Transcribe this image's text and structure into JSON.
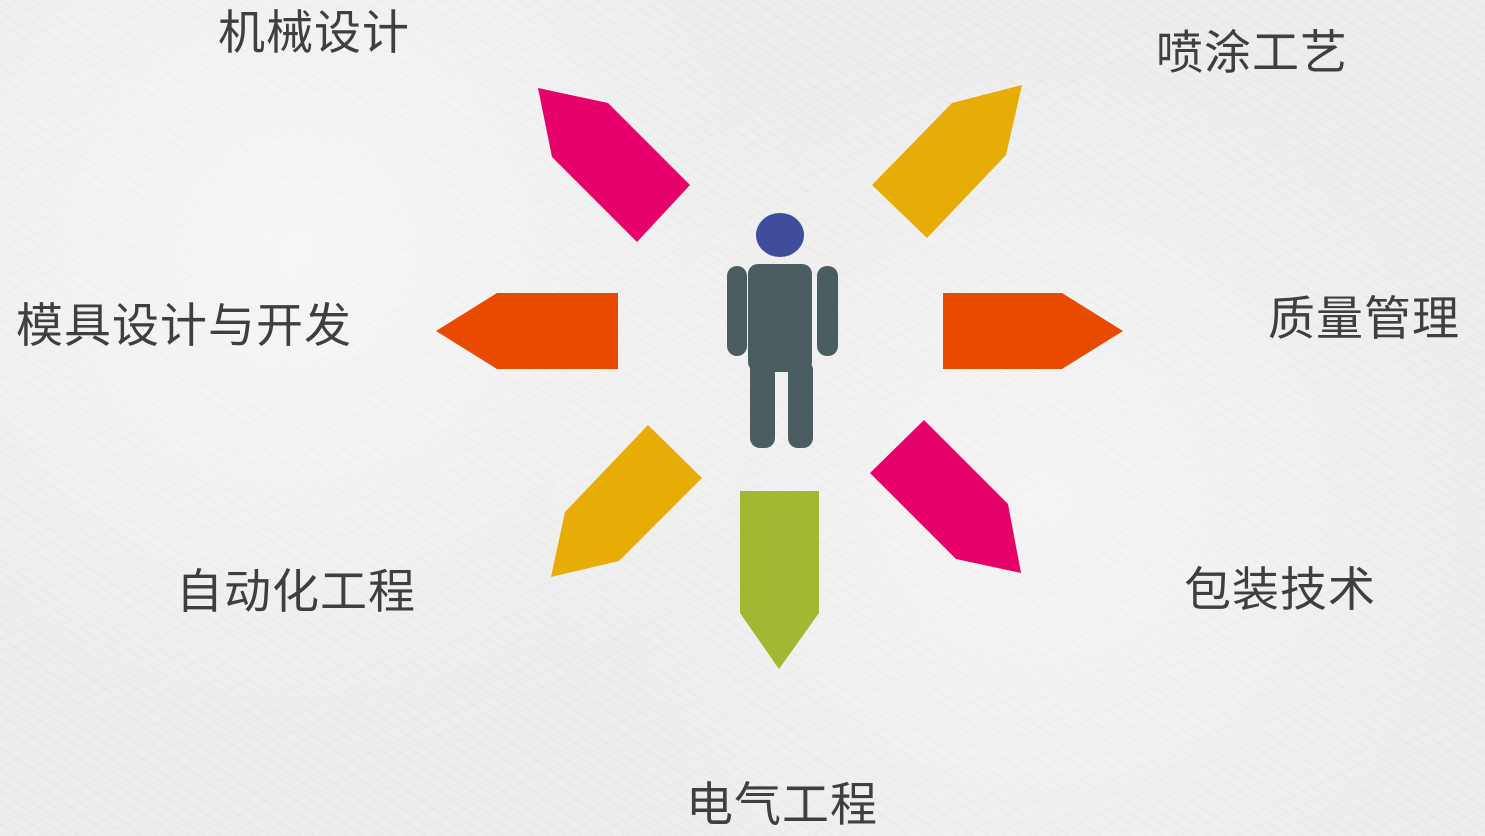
{
  "diagram": {
    "branches": [
      {
        "id": "mech",
        "label": "机械设计",
        "color": "#e5006a"
      },
      {
        "id": "spray",
        "label": "喷涂工艺",
        "color": "#e8ac07"
      },
      {
        "id": "mold",
        "label": "模具设计与开发",
        "color": "#e84a00"
      },
      {
        "id": "qual",
        "label": "质量管理",
        "color": "#e84a00"
      },
      {
        "id": "auto",
        "label": "自动化工程",
        "color": "#e8ac07"
      },
      {
        "id": "pack",
        "label": "包装技术",
        "color": "#e5006a"
      },
      {
        "id": "elec",
        "label": "电气工程",
        "color": "#a2b832"
      }
    ],
    "center": {
      "icon": "person-icon",
      "head_color": "#3f4e9a",
      "body_color": "#4a5d60"
    }
  }
}
